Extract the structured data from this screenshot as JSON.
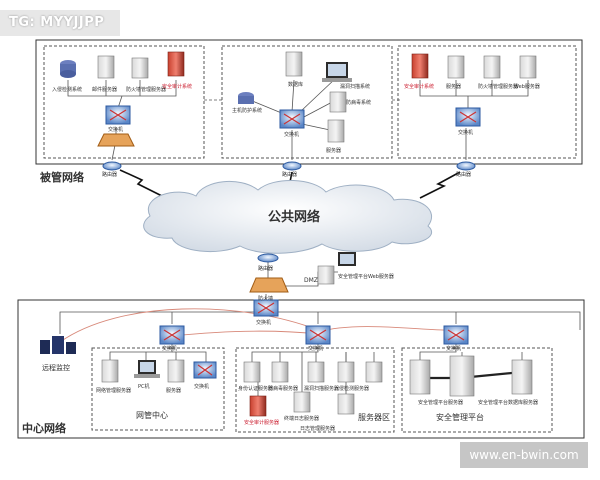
{
  "overlay": {
    "top_tag": "TG: MYYJJPP",
    "watermark": "www.en-bwin.com"
  },
  "zones": {
    "managed": "被管网络",
    "public": "公共网络",
    "center": "中心网络"
  },
  "top_left": {
    "server1": "入侵检测系统",
    "server2": "邮件服务器",
    "server3": "防火墙管理服务器",
    "server4": "安全审计系统",
    "switch": "交换机",
    "router": "路由器"
  },
  "top_mid": {
    "server1": "数据库",
    "server2": "漏洞扫描系统",
    "server3": "防病毒系统",
    "server4": "主机防护系统",
    "server5": "服务器",
    "switch": "交换机",
    "router": "路由器"
  },
  "top_right": {
    "server1": "安全审计系统",
    "server2": "服务器",
    "server3": "防火墙管理服务器",
    "server4": "Web服务器",
    "switch": "交换机",
    "router": "路由器"
  },
  "middle": {
    "router": "路由器",
    "firewall": "防火墙",
    "dmz": "DMZ",
    "web_server": "安全管理平台Web服务器"
  },
  "center": {
    "core_switch": "交换机",
    "remote": "远程监控",
    "netmgmt": {
      "switch": "交换机",
      "pc": "PC机",
      "server1": "网络管理服务器",
      "server2": "服务器",
      "switch2": "交换机",
      "title": "网管中心"
    },
    "servers": {
      "switch": "交换机",
      "s1": "身份认证服务器",
      "s2": "防病毒服务器",
      "s3": "漏洞扫描服务器",
      "s4": "入侵检测服务器",
      "s5": "安全审计服务器",
      "s6": "终端日志服务器",
      "s7": "日志管理服务器",
      "title": "服务器区"
    },
    "platform": {
      "switch": "交换机",
      "rack1": "安全管理平台服务器",
      "rack2": "安全管理平台数据库服务器",
      "title": "安全管理平台"
    }
  }
}
